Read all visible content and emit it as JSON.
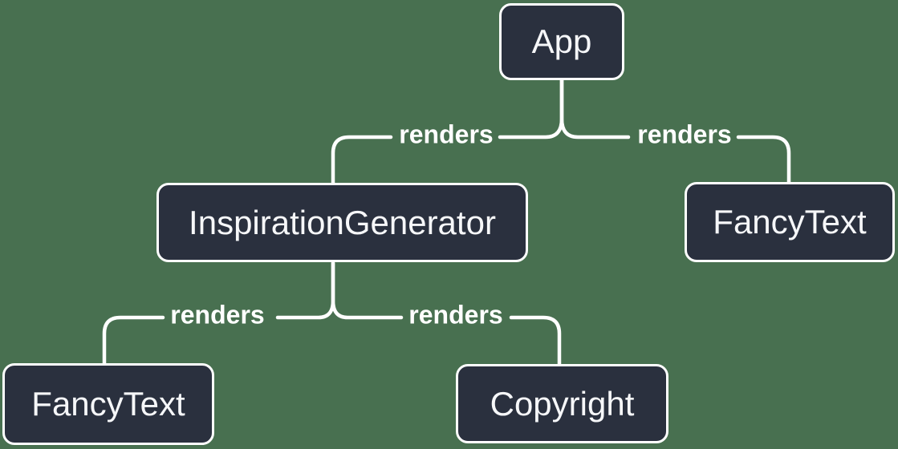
{
  "diagram": {
    "type": "component-render-tree",
    "background_color": "#487050",
    "node_fill_color": "#2A303E",
    "node_border_color": "#FFFFFF",
    "node_text_color": "#F6F7F9",
    "edge_line_color": "#FFFFFF",
    "edge_label_color": "#FFFFFF",
    "nodes": [
      {
        "id": "app",
        "label": "App"
      },
      {
        "id": "inspiration-generator",
        "label": "InspirationGenerator"
      },
      {
        "id": "fancy-text-top",
        "label": "FancyText"
      },
      {
        "id": "fancy-text-bottom",
        "label": "FancyText"
      },
      {
        "id": "copyright",
        "label": "Copyright"
      }
    ],
    "edges": [
      {
        "from": "App",
        "to": "InspirationGenerator",
        "label": "renders"
      },
      {
        "from": "App",
        "to": "FancyText",
        "label": "renders"
      },
      {
        "from": "InspirationGenerator",
        "to": "FancyText",
        "label": "renders"
      },
      {
        "from": "InspirationGenerator",
        "to": "Copyright",
        "label": "renders"
      }
    ]
  }
}
